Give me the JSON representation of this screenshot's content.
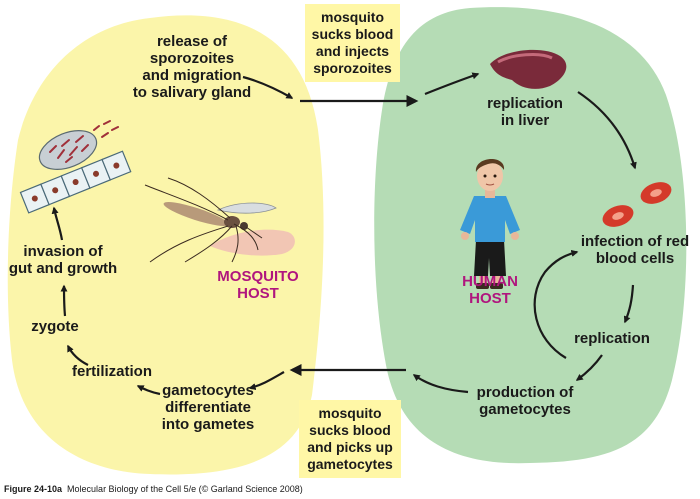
{
  "colors": {
    "mosquito_region": "#fbf5aa",
    "human_region": "#b5dcb5",
    "note_box": "#fff7a6",
    "host_label": "#b0157e",
    "arrow": "#1a1a1a"
  },
  "notes": {
    "top": "mosquito\nsucks blood\nand injects\nsporozoites",
    "bottom": "mosquito\nsucks blood\nand picks up\ngametocytes"
  },
  "hosts": {
    "mosquito": "MOSQUITO\nHOST",
    "human": "HUMAN\nHOST"
  },
  "steps": {
    "release": "release of\nsporozoites\nand migration\nto salivary gland",
    "liver": "replication\nin liver",
    "infection": "infection of red\nblood cells",
    "replication": "replication",
    "production": "production of\ngametocytes",
    "differentiate": "gametocytes\ndifferentiate\ninto gametes",
    "fertilization": "fertilization",
    "zygote": "zygote",
    "invasion": "invasion of\ngut and growth"
  },
  "caption": {
    "figure": "Figure 24-10a",
    "rest": "Molecular Biology of the Cell 5/e (© Garland Science 2008)"
  },
  "icons": [
    "liver-icon",
    "red-blood-cell-icon",
    "gut-epithelium-icon",
    "mosquito-icon",
    "human-figure-icon"
  ]
}
